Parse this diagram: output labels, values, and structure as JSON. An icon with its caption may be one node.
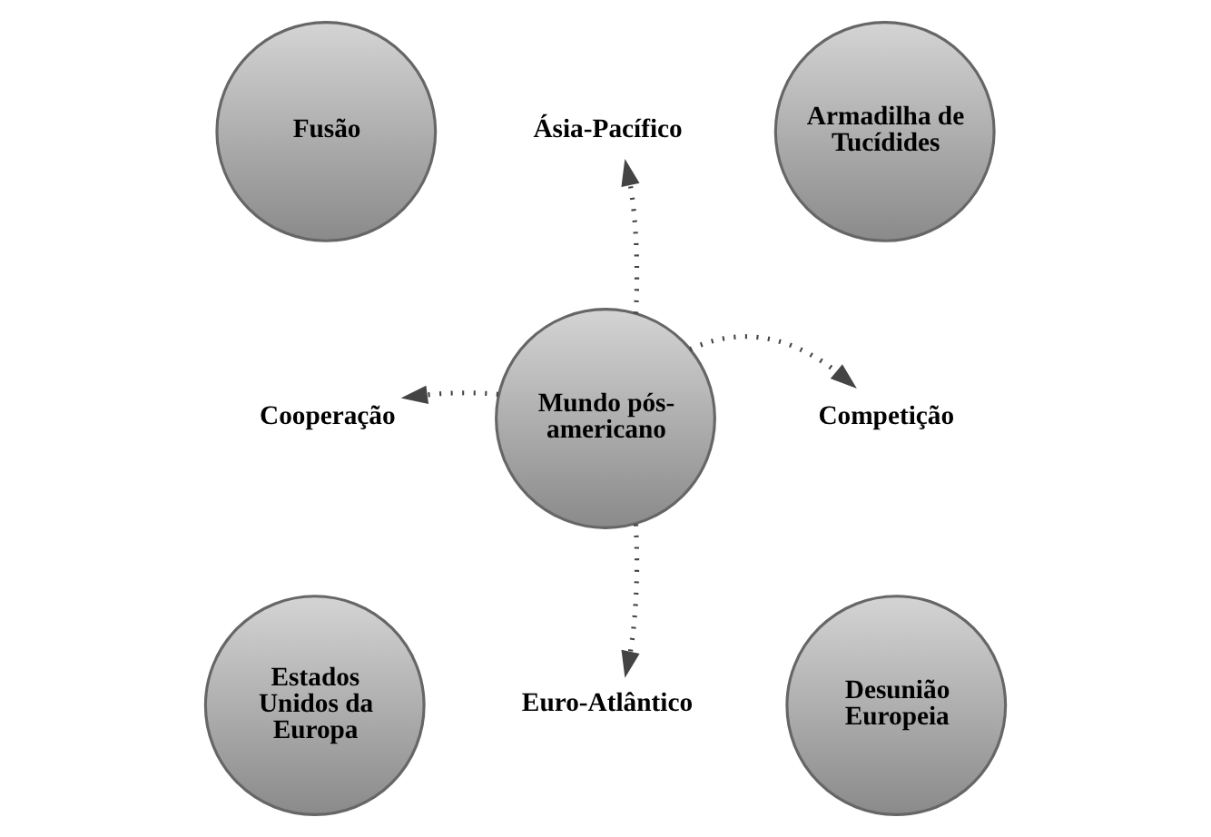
{
  "diagram": {
    "nodes": [
      {
        "text": [
          "Ásia-Pacífico"
        ]
      },
      {
        "text": [
          "Fusão"
        ]
      },
      {
        "text": [
          "Armadilha de Tucídides"
        ]
      },
      {
        "text": [
          "Cooperação"
        ]
      },
      {
        "text": [
          "Mundo pós-americano"
        ]
      },
      {
        "text": [
          "Competição"
        ]
      },
      {
        "text": [
          "Estados Unidos da Europa"
        ]
      },
      {
        "text": [
          "Desunião Europeia"
        ]
      },
      {
        "text": [
          "Euro-Atlântico"
        ]
      }
    ],
    "edges": [
      {
        "from": 4,
        "to": 0,
        "arrow": "to",
        "style": "dashed"
      },
      {
        "from": 4,
        "to": 3,
        "arrow": "to",
        "style": "dashed"
      },
      {
        "from": 4,
        "to": 5,
        "arrow": "to",
        "style": "dashed"
      },
      {
        "from": 4,
        "to": 8,
        "arrow": "to",
        "style": "dashed"
      }
    ]
  }
}
